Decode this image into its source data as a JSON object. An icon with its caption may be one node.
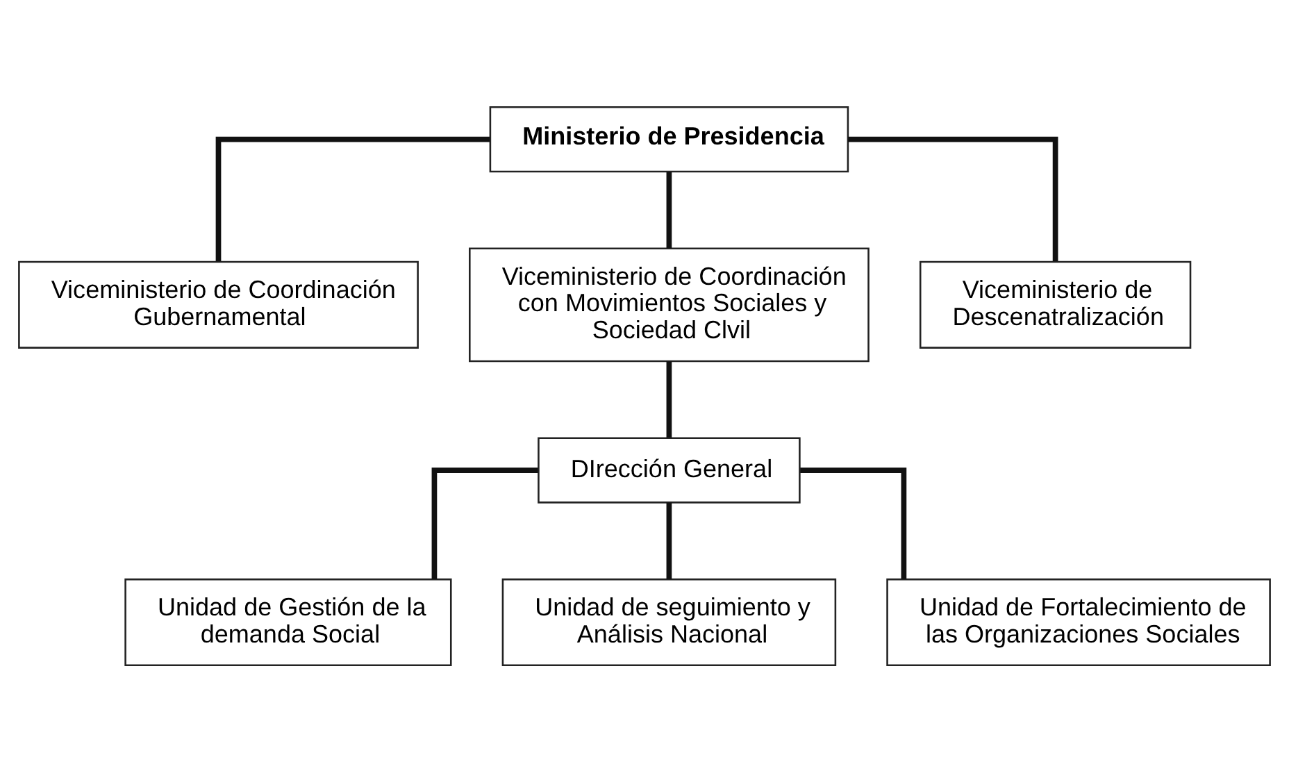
{
  "diagram": {
    "nodes": [
      {
        "text": [
          "Ministerio de Presidencia"
        ]
      },
      {
        "text": [
          "Viceministerio de Coordinación Gubernamental"
        ]
      },
      {
        "text": [
          "Viceministerio de Coordinación con Movimientos Sociales y Sociedad Clvil"
        ]
      },
      {
        "text": [
          "Viceministerio de Descenatralización"
        ]
      },
      {
        "text": [
          "DIrección General"
        ]
      },
      {
        "text": [
          "Unidad de Gestión de la demanda Social"
        ]
      },
      {
        "text": [
          "Unidad de seguimiento y Análisis Nacional"
        ]
      },
      {
        "text": [
          "Unidad de Fortalecimiento de las Organizaciones Sociales"
        ]
      }
    ],
    "edges": [
      {
        "from": 0,
        "to": 1,
        "arrow": "none"
      },
      {
        "from": 0,
        "to": 2,
        "arrow": "none"
      },
      {
        "from": 0,
        "to": 3,
        "arrow": "none"
      },
      {
        "from": 2,
        "to": 4,
        "arrow": "none"
      },
      {
        "from": 4,
        "to": 5,
        "arrow": "none"
      },
      {
        "from": 4,
        "to": 6,
        "arrow": "none"
      },
      {
        "from": 4,
        "to": 7,
        "arrow": "none"
      }
    ]
  }
}
